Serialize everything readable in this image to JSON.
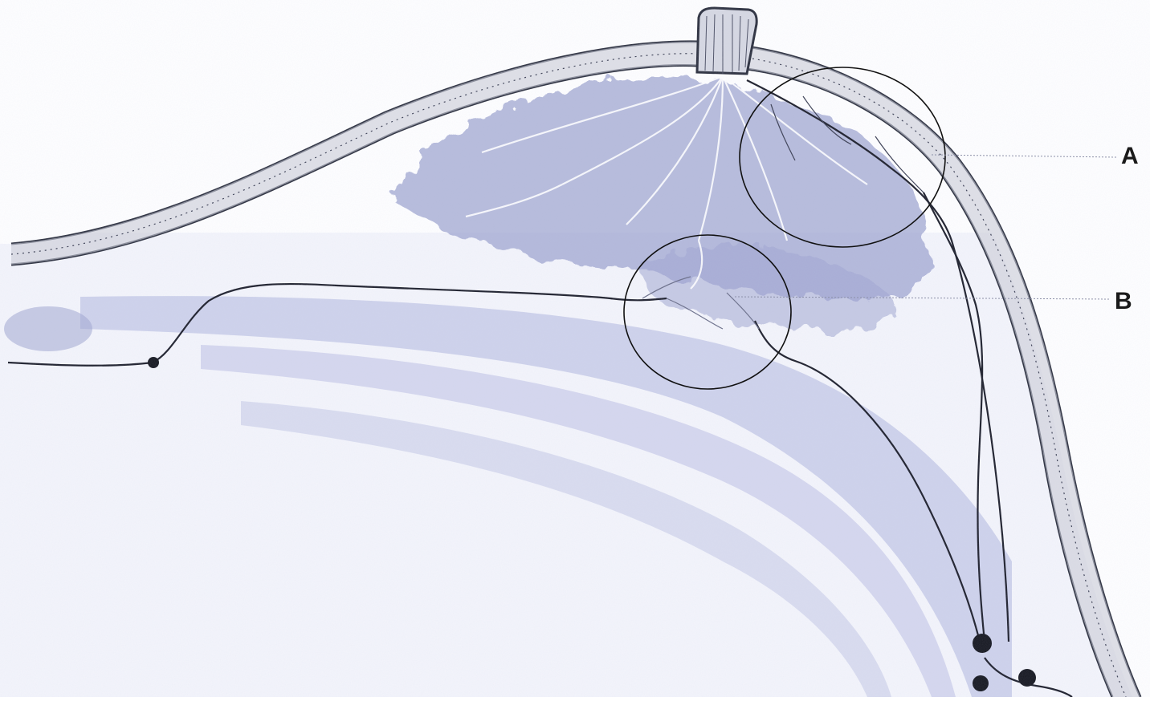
{
  "labels": {
    "a": "A",
    "b": "B"
  },
  "colors": {
    "background": "#ffffff",
    "skin_outline": "#2a2e3c",
    "skin_fill": "#c9cbd6",
    "gland_tissue": "#9ea4cf",
    "muscle_band": "#c7cbe8",
    "fat_tint": "#edeff8",
    "lymph_vessel": "#1c1e2a",
    "lymph_node": "#14161e",
    "marker_circle": "#111111",
    "leader_line": "#8c90a8"
  },
  "icons": {
    "marker_a": "circle-outline",
    "marker_b": "circle-outline"
  }
}
